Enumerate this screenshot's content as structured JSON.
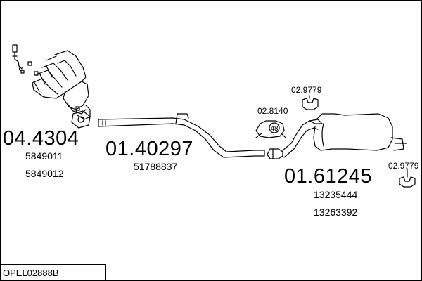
{
  "diagram_code": "OPEL02888B",
  "parts": {
    "manifold": {
      "number": "04.4304",
      "oe": [
        "5849011",
        "5849012"
      ]
    },
    "middle_pipe": {
      "number": "01.40297",
      "oe": [
        "51788837"
      ]
    },
    "rear_silencer": {
      "number": "01.61245",
      "oe": [
        "13235444",
        "13263392"
      ]
    },
    "clamp": {
      "number": "02.8140",
      "badge": "48"
    },
    "mount_top": {
      "number": "02.9779"
    },
    "mount_right": {
      "number": "02.9779"
    }
  },
  "colors": {
    "line": "#000000",
    "background": "#ffffff"
  }
}
